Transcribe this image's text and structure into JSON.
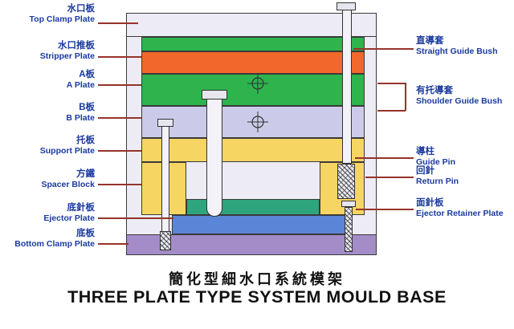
{
  "diagram": {
    "title_cn": "簡化型細水口系統模架",
    "title_en": "THREE PLATE TYPE SYSTEM MOULD BASE",
    "left_labels": [
      {
        "cn": "水口板",
        "en": "Top Clamp Plate"
      },
      {
        "cn": "水口推板",
        "en": "Stripper Plate"
      },
      {
        "cn": "A板",
        "en": "A Plate"
      },
      {
        "cn": "B板",
        "en": "B Plate"
      },
      {
        "cn": "托板",
        "en": "Support Plate"
      },
      {
        "cn": "方鐵",
        "en": "Spacer Block"
      },
      {
        "cn": "底針板",
        "en": "Ejector Plate"
      },
      {
        "cn": "底板",
        "en": "Bottom Clamp Plate"
      }
    ],
    "right_labels": [
      {
        "cn": "直導套",
        "en": "Straight Guide Bush"
      },
      {
        "cn": "有托導套",
        "en": "Shoulder Guide Bush"
      },
      {
        "cn": "導柱",
        "en": "Guide Pin"
      },
      {
        "cn": "回針",
        "en": "Return Pin"
      },
      {
        "cn": "面針板",
        "en": "Ejector Retainer Plate"
      }
    ]
  },
  "colors": {
    "label-text": "#1a3a9e",
    "leader-line": "#96332b",
    "plate-frame": "#edecf5",
    "plate-green": "#2eb34d",
    "plate-orange": "#f2682c",
    "plate-lavender": "#cbcbe9",
    "plate-yellow": "#f6d563",
    "plate-teal": "#2fa57d",
    "plate-blue": "#5b85d6",
    "plate-purple": "#a38cc8",
    "title-text": "#111111"
  }
}
